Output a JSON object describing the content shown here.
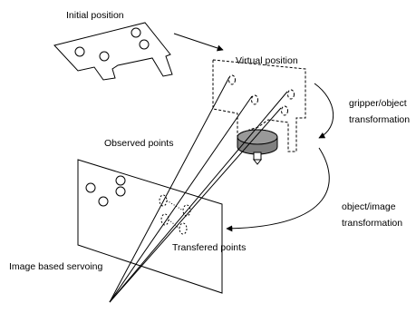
{
  "labels": {
    "initial_position": "Initial position",
    "virtual_position": "Virtual position",
    "gripper_object_line1": "gripper/object",
    "gripper_object_line2": "transformation",
    "object_image_line1": "object/image",
    "object_image_line2": "transformation",
    "observed_points": "Observed points",
    "transfered_points": "Transfered points",
    "image_based_servoing": "Image based servoing"
  },
  "colors": {
    "stroke": "#000000",
    "gripper_fill": "#808080",
    "background": "#ffffff"
  }
}
